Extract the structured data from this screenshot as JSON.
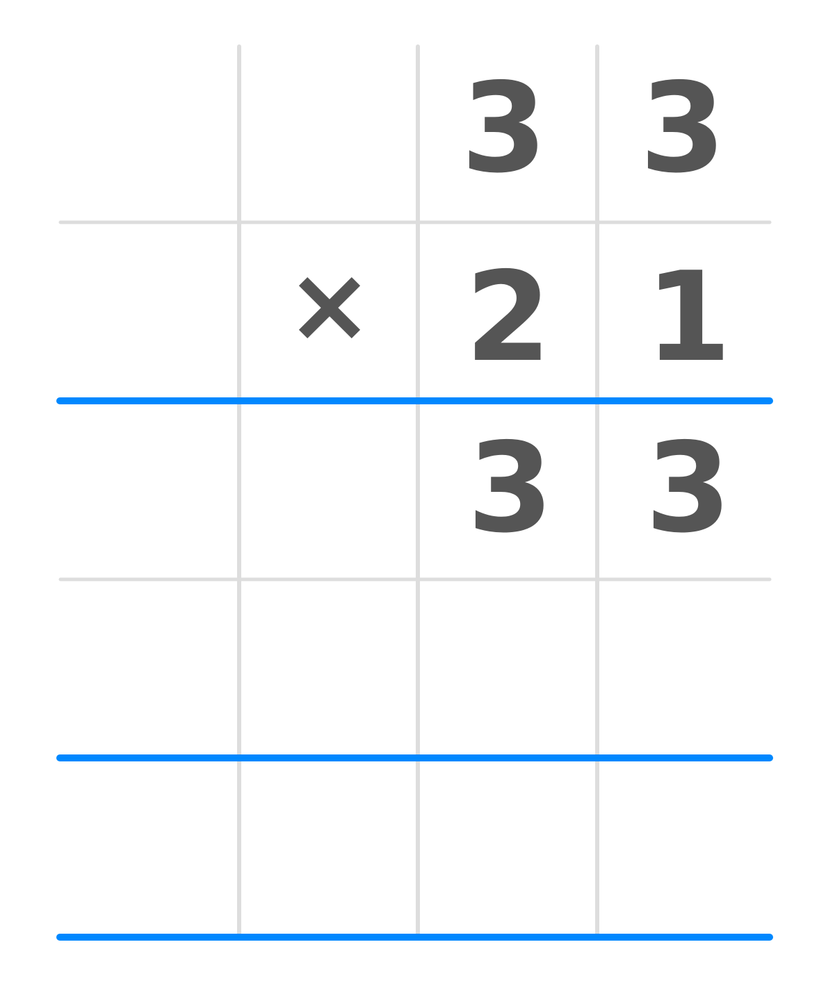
{
  "colors": {
    "background": "#ffffff",
    "grid_line": "#dddddd",
    "answer_line": "#0088ff",
    "digit": "#555555"
  },
  "multiplicand": [
    "3",
    "3"
  ],
  "operator_symbol": "×",
  "multiplier": [
    "2",
    "1"
  ],
  "partial_product_1": [
    "3",
    "3"
  ],
  "partial_product_2": [],
  "result": []
}
